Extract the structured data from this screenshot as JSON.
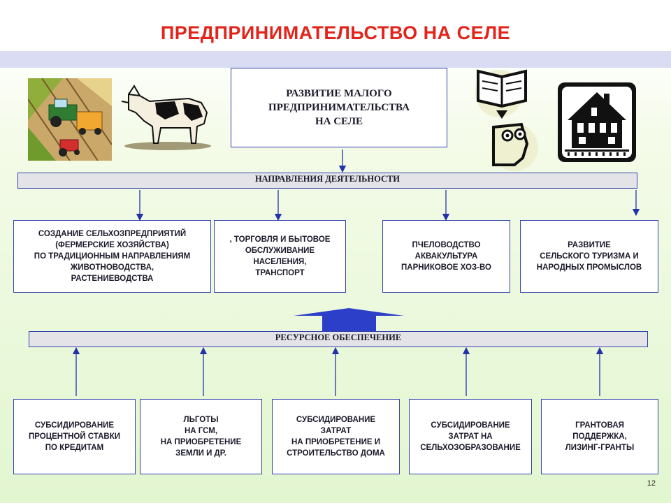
{
  "title": "ПРЕДПРИНИМАТЕЛЬСТВО НА СЕЛЕ",
  "main_box": "РАЗВИТИЕ МАЛОГО\nПРЕДПРИНИМАТЕЛЬСТВА\nНА СЕЛЕ",
  "directions_bar": "НАПРАВЛЕНИЯ ДЕЯТЕЛЬНОСТИ",
  "directions": [
    "СОЗДАНИЕ СЕЛЬХОЗПРЕДПРИЯТИЙ\n(ФЕРМЕРСКИЕ ХОЗЯЙСТВА)\nПО ТРАДИЦИОННЫМ НАПРАВЛЕНИЯМ\nЖИВОТНОВОДСТВА,\nРАСТЕНИЕВОДСТВА",
    ", ТОРГОВЛЯ И БЫТОВОЕ\nОБСЛУЖИВАНИЕ\nНАСЕЛЕНИЯ,\nТРАНСПОРТ",
    "ПЧЕЛОВОДСТВО\nАКВАКУЛЬТУРА\nПАРНИКОВОЕ ХОЗ-ВО",
    "РАЗВИТИЕ\nСЕЛЬСКОГО ТУРИЗМА И\nНАРОДНЫХ ПРОМЫСЛОВ"
  ],
  "resources_bar": "РЕСУРСНОЕ ОБЕСПЕЧЕНИЕ",
  "resources": [
    "СУБСИДИРОВАНИЕ\nПРОЦЕНТНОЙ СТАВКИ\nПО КРЕДИТАМ",
    "ЛЬГОТЫ\nНА ГСМ,\nНА ПРИОБРЕТЕНИЕ\nЗЕМЛИ И ДР.",
    "СУБСИДИРОВАНИЕ\nЗАТРАТ\nНА ПРИОБРЕТЕНИЕ И\nСТРОИТЕЛЬСТВО ДОМА",
    "СУБСИДИРОВАНИЕ\nЗАТРАТ НА\nСЕЛЬХОЗОБРАЗОВАНИЕ",
    "ГРАНТОВАЯ\nПОДДЕРЖКА,\nЛИЗИНГ-ГРАНТЫ"
  ],
  "page_number": "12",
  "colors": {
    "title": "#e3241b",
    "border": "#3344aa",
    "arrow": "#2233aa",
    "big_arrow": "#2b3fc9"
  },
  "icons": [
    "farm-machinery-icon",
    "cow-icon",
    "book-reader-icon",
    "house-icon"
  ]
}
